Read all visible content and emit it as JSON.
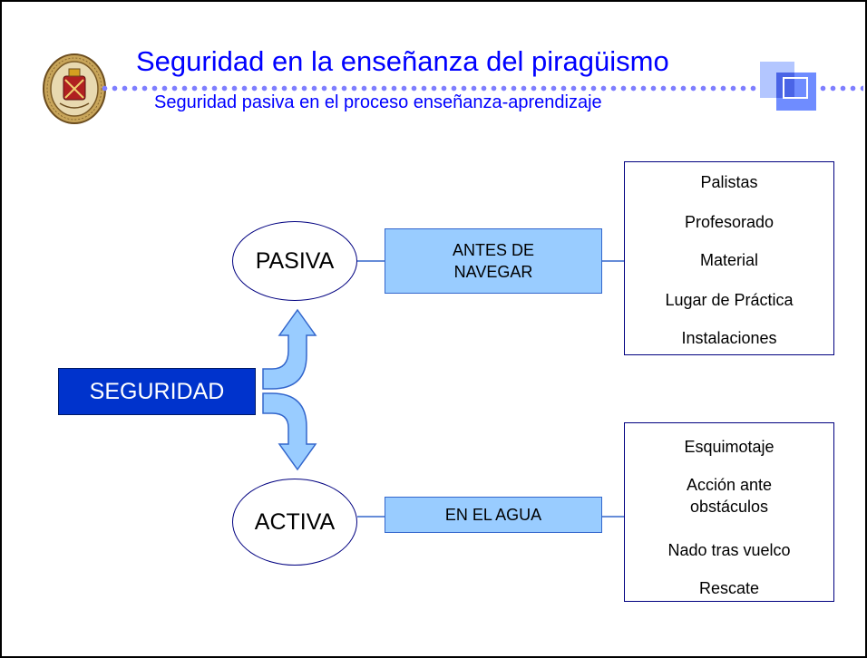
{
  "header": {
    "title": "Seguridad en la enseñanza del piragüismo",
    "subtitle": "Seguridad pasiva en el proceso enseñanza-aprendizaje"
  },
  "diagram": {
    "root": "SEGURIDAD",
    "pasiva": {
      "label": "PASIVA",
      "action": "ANTES DE NAVEGAR",
      "items": [
        "Palistas",
        "Profesorado",
        "Material",
        "Lugar de Práctica",
        "Instalaciones"
      ]
    },
    "activa": {
      "label": "ACTIVA",
      "action": "EN EL AGUA",
      "items": [
        "Esquimotaje",
        "Acción ante obstáculos",
        "Nado tras vuelco",
        "Rescate"
      ]
    }
  },
  "colors": {
    "title": "#0000ff",
    "root_fill": "#0033cc",
    "action_fill": "#99ccff",
    "arrow_fill": "#99ccff",
    "outline": "#000080"
  },
  "icons": {
    "logo": "university-seal-icon",
    "decoration": "overlapping-squares-icon"
  }
}
